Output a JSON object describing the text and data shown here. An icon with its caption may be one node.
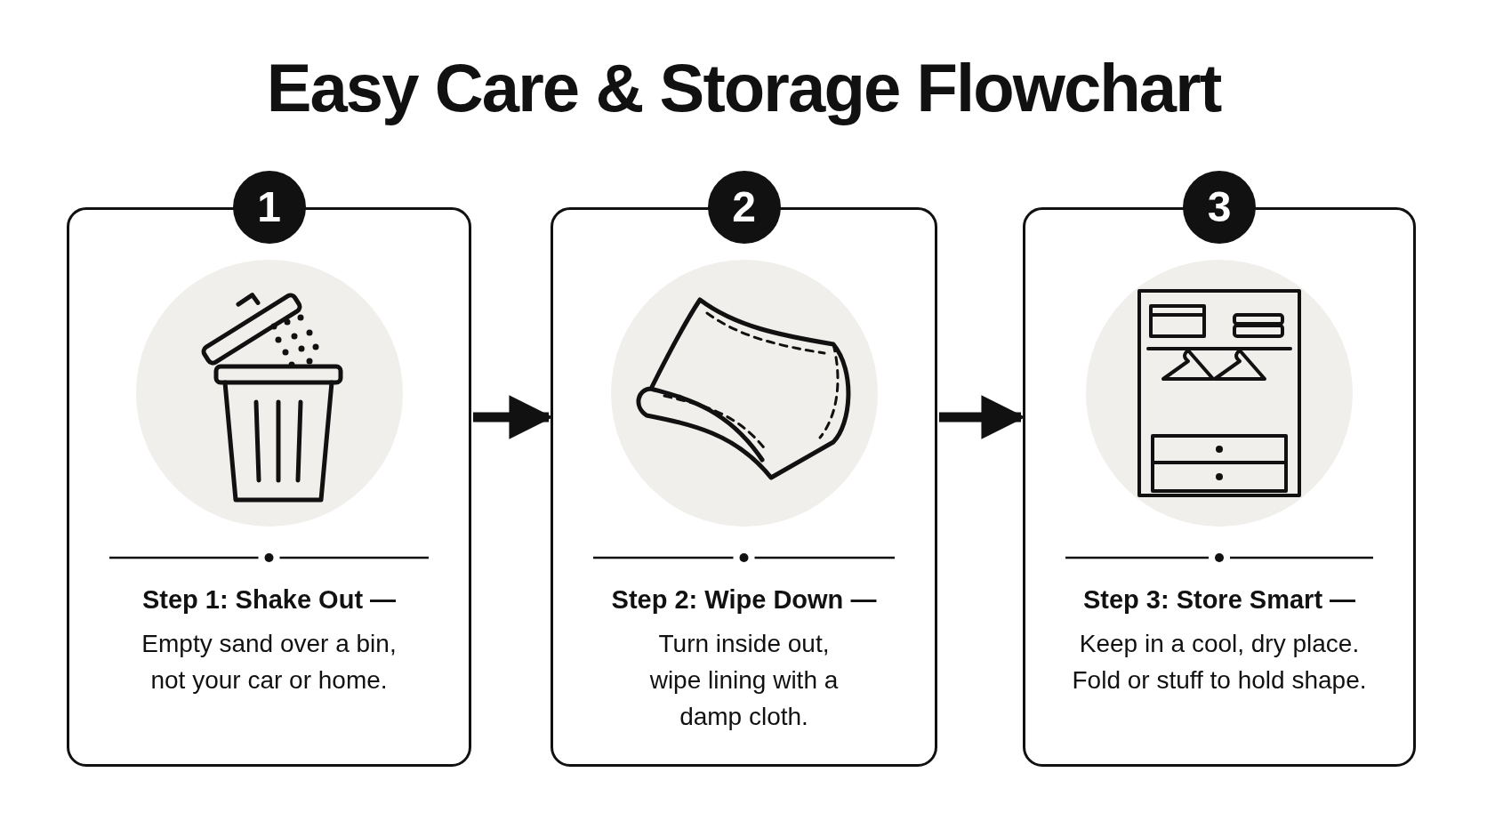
{
  "diagram": {
    "title": "Easy Care & Storage Flowchart",
    "nodes": [
      {
        "text": [
          "Step 1: Shake Out —",
          "Empty sand over a bin, not your car or home."
        ],
        "beside": [
          "1"
        ]
      },
      {
        "text": [
          "Step 2: Wipe Down —",
          "Turn inside out, wipe lining with a damp cloth."
        ],
        "beside": [
          "2"
        ]
      },
      {
        "text": [
          "Step 3: Store Smart —",
          "Keep in a cool, dry place. Fold or stuff to hold shape."
        ],
        "beside": [
          "3"
        ]
      }
    ],
    "edges": [
      {
        "from": 0,
        "to": 1,
        "arrow": "to"
      },
      {
        "from": 1,
        "to": 2,
        "arrow": "to"
      }
    ]
  }
}
